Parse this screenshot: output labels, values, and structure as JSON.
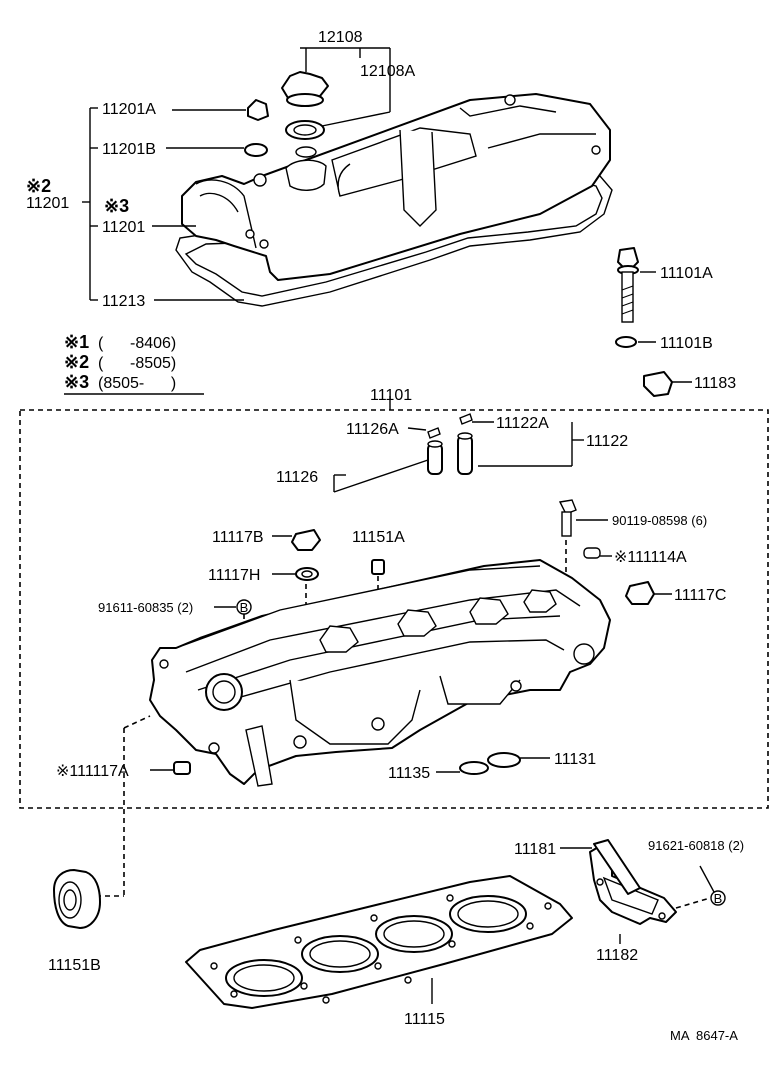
{
  "labels": {
    "p12108": "12108",
    "p12108a": "12108A",
    "p11201a": "11201A",
    "p11201b": "11201B",
    "note2_mark": "※2",
    "p11201_left": "11201",
    "note3_mark": "※3",
    "p11201_inner": "11201",
    "p11213": "11213",
    "p11101a": "11101A",
    "p11101b": "11101B",
    "p11183": "11183",
    "p11101": "11101",
    "p11126a": "11126A",
    "p11126": "11126",
    "p11122a": "11122A",
    "p11122": "11122",
    "p11117b": "11117B",
    "p11151a": "11151A",
    "p90119": "90119-08598 (6)",
    "p11117h": "11117H",
    "p11114a": "※111114A",
    "p91611": "91611-60835 (2)",
    "p11117c": "11117C",
    "p11131": "11131",
    "p11117a": "※111117A",
    "p11135": "11135",
    "p11181": "11181",
    "p91621": "91621-60818 (2)",
    "p11151b": "11151B",
    "p11182": "11182",
    "p11115": "11115",
    "ref": "MA  8647-A",
    "circle_b": "B"
  },
  "notes": [
    {
      "mark": "※1",
      "range": "(      -8406)"
    },
    {
      "mark": "※2",
      "range": "(      -8505)"
    },
    {
      "mark": "※3",
      "range": "(8505-      )"
    }
  ]
}
